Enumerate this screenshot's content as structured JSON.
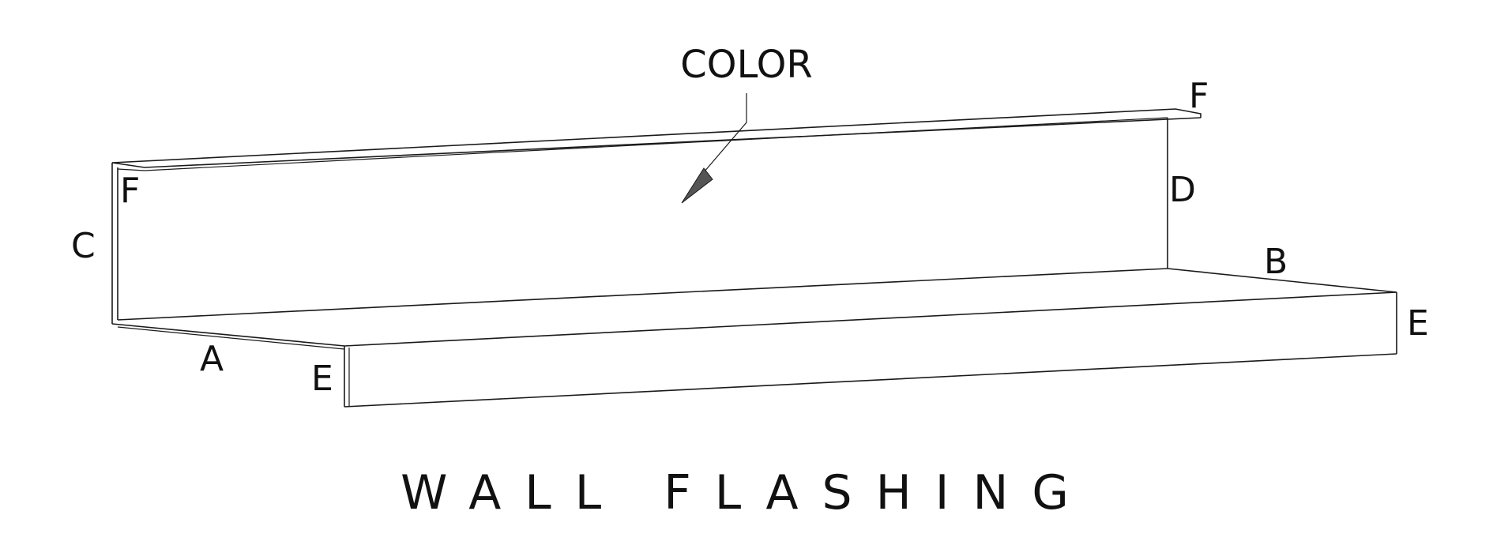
{
  "diagram": {
    "title": "WALL FLASHING",
    "callout": {
      "label": "COLOR",
      "arrow_color": "#555555"
    },
    "labels": {
      "a": "A",
      "b": "B",
      "c": "C",
      "d": "D",
      "e_left": "E",
      "e_right": "E",
      "f_left": "F",
      "f_right": "F"
    },
    "line_color": "#1a1a1a"
  }
}
